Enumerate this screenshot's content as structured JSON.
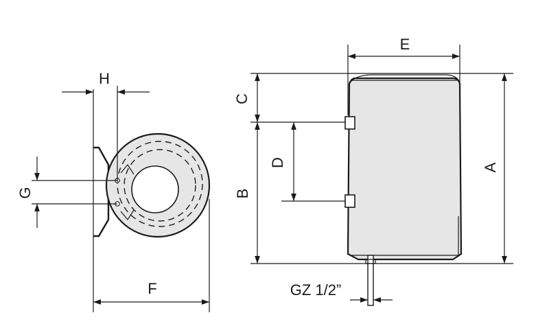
{
  "labels": {
    "A": "A",
    "B": "B",
    "C": "C",
    "D": "D",
    "E": "E",
    "F": "F",
    "G": "G",
    "H": "H",
    "connection": "GZ 1/2”"
  }
}
